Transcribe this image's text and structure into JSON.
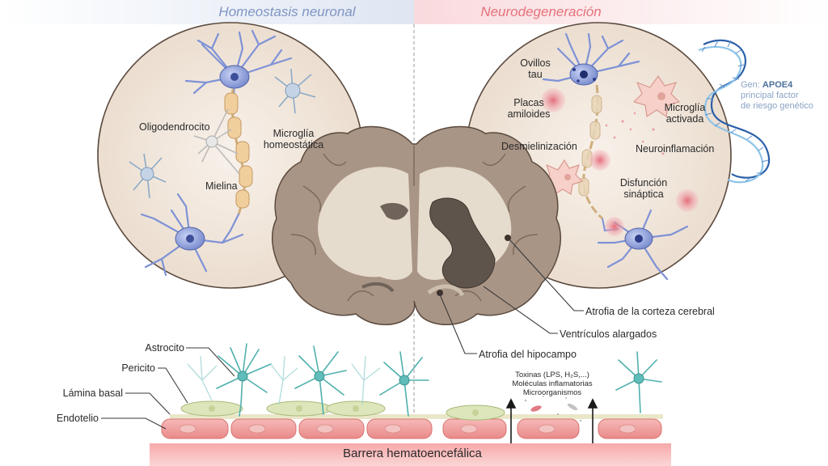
{
  "header": {
    "left_title": "Homeostasis neuronal",
    "right_title": "Neurodegeneración",
    "left_color": "#7f95c4",
    "right_color": "#e8717a"
  },
  "left_panel": {
    "oligodendrocyte": "Oligodendrocito",
    "microglia": [
      "Microglía",
      "homeostática"
    ],
    "myelin": "Mielina"
  },
  "right_panel": {
    "tau": [
      "Ovillos",
      "tau"
    ],
    "plaques": [
      "Placas",
      "amiloides"
    ],
    "microglia": [
      "Microglía",
      "activada"
    ],
    "demyelination": "Desmielinización",
    "neuroinflammation": "Neuroinflamación",
    "synaptic": [
      "Disfunción",
      "sináptica"
    ]
  },
  "gene": {
    "prefix": "Gen:",
    "name": "APOE4",
    "desc": [
      "principal factor",
      "de riesgo genético"
    ]
  },
  "brain_labels": {
    "cortex": "Atrofia de la corteza cerebral",
    "ventricles": "Ventrículos alargados",
    "hippocampus": "Atrofia del hipocampo"
  },
  "barrier_labels": {
    "astrocyte": "Astrocito",
    "pericyte": "Pericito",
    "basal_lamina": "Lámina basal",
    "endothelium": "Endotelio",
    "bbb": "Barrera hematoencefálica"
  },
  "toxins": {
    "line1": "Toxinas (LPS, H₂S,...)",
    "line2": "Moléculas inflamatorias",
    "line3": "Microorganismos"
  }
}
